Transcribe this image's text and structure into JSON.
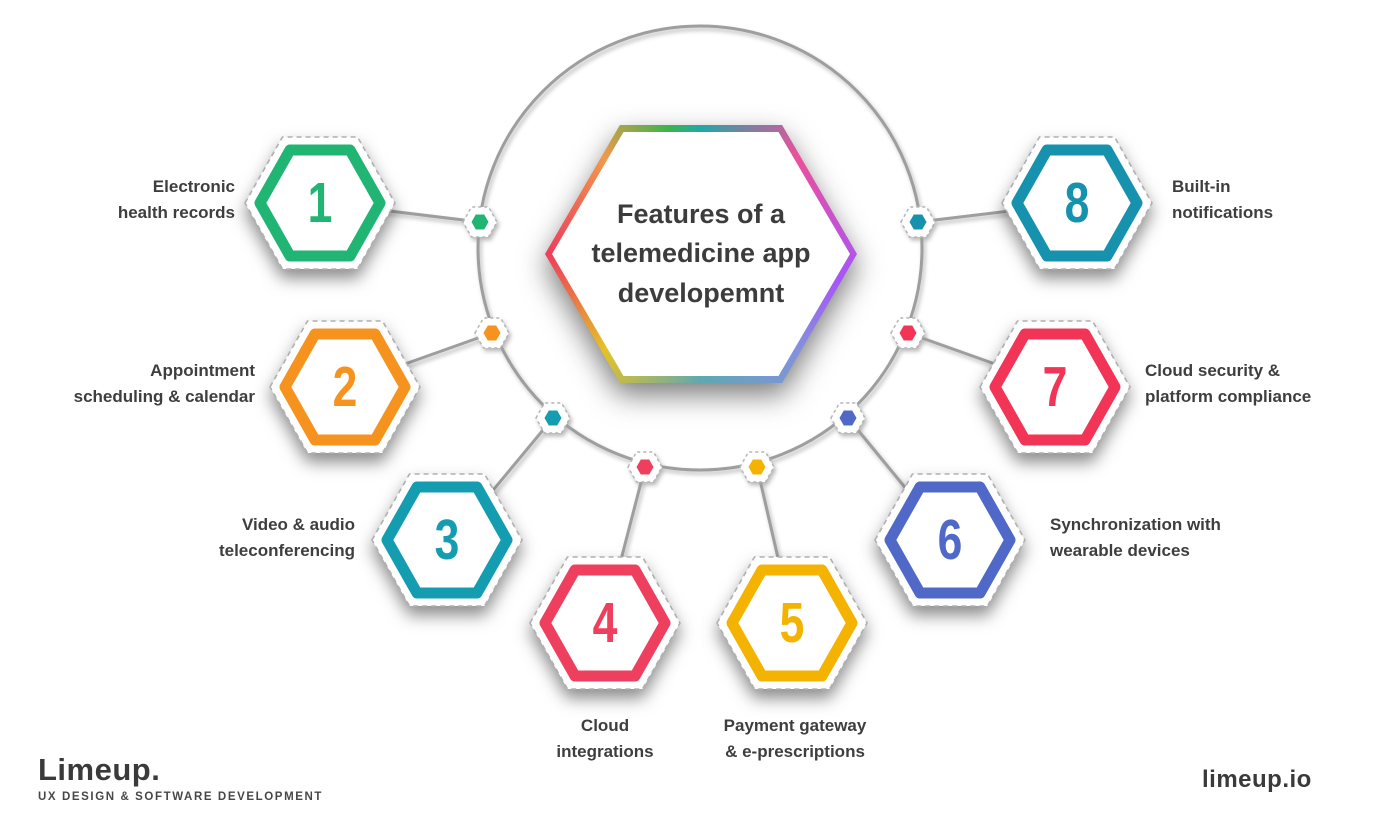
{
  "center": {
    "title_lines": [
      "Features of a",
      "telemedicine app",
      "developemnt"
    ],
    "border_colors": [
      "#1fa8a8",
      "#ed4f9b",
      "#a855f7",
      "#8292dd",
      "#5fa8b0",
      "#e5c226",
      "#ee3f5c",
      "#f2984b",
      "#3cb54a",
      "#1fa8a8"
    ]
  },
  "items": [
    {
      "number": "1",
      "color": "#21B573",
      "label_lines": [
        "Electronic",
        "health records"
      ]
    },
    {
      "number": "2",
      "color": "#F6921E",
      "label_lines": [
        "Appointment",
        "scheduling & calendar"
      ]
    },
    {
      "number": "3",
      "color": "#149DB0",
      "label_lines": [
        "Video & audio",
        "teleconferencing"
      ]
    },
    {
      "number": "4",
      "color": "#EF3F5F",
      "label_lines": [
        "Cloud",
        "integrations"
      ]
    },
    {
      "number": "5",
      "color": "#F5B301",
      "label_lines": [
        "Payment gateway",
        "& e-prescriptions"
      ]
    },
    {
      "number": "6",
      "color": "#5068C8",
      "label_lines": [
        "Synchronization with",
        "wearable devices"
      ]
    },
    {
      "number": "7",
      "color": "#F23557",
      "label_lines": [
        "Cloud security &",
        "platform compliance"
      ]
    },
    {
      "number": "8",
      "color": "#1692AE",
      "label_lines": [
        "Built-in",
        "notifications"
      ]
    }
  ],
  "connectors": {
    "line_color": "#9e9e9e",
    "node_outline_color": "#b5b5b5"
  },
  "branding": {
    "logo_text": "Limeup.",
    "logo_tagline": "UX DESIGN & SOFTWARE DEVELOPMENT",
    "website": "limeup.io"
  }
}
